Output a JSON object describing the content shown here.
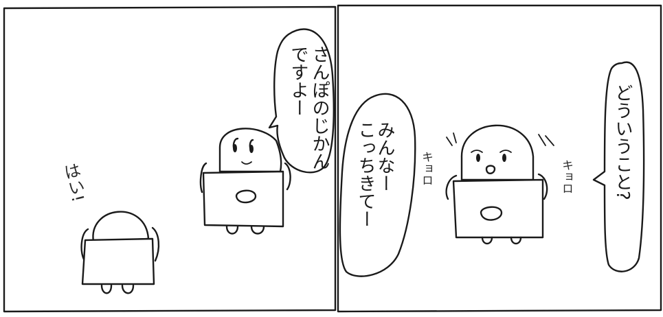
{
  "panels": [
    {
      "id": "left",
      "speech": {
        "line1": "さんぽのじかん",
        "line2": "ですよー"
      },
      "sfx": "はい!"
    },
    {
      "id": "right",
      "speech_left": {
        "line1": "みんなー",
        "line2": "こっちきてー"
      },
      "speech_right": {
        "line1": "どういうこと?"
      },
      "sfx_left": "キョロ",
      "sfx_right": "キョロ"
    }
  ]
}
